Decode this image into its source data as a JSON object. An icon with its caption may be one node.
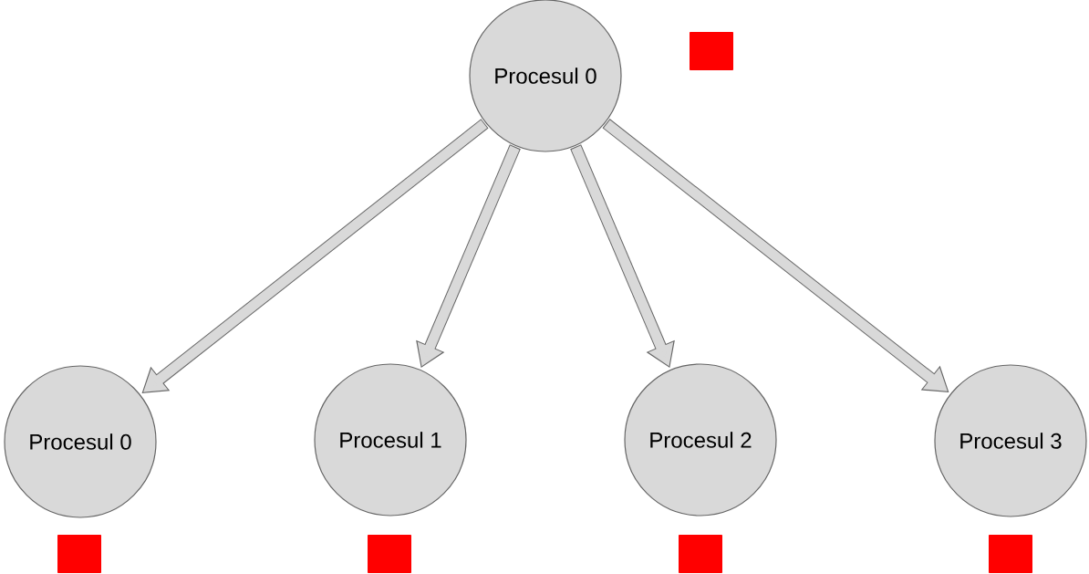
{
  "diagram": {
    "nodes": [
      {
        "text": [
          "Procesul 0"
        ]
      },
      {
        "text": [
          "Procesul 0"
        ]
      },
      {
        "text": [
          "Procesul 1"
        ]
      },
      {
        "text": [
          "Procesul 2"
        ]
      },
      {
        "text": [
          "Procesul 3"
        ]
      }
    ],
    "edges": [
      {
        "from": 0,
        "to": 1,
        "arrow": "to"
      },
      {
        "from": 0,
        "to": 2,
        "arrow": "to"
      },
      {
        "from": 0,
        "to": 3,
        "arrow": "to"
      },
      {
        "from": 0,
        "to": 4,
        "arrow": "to"
      }
    ]
  }
}
